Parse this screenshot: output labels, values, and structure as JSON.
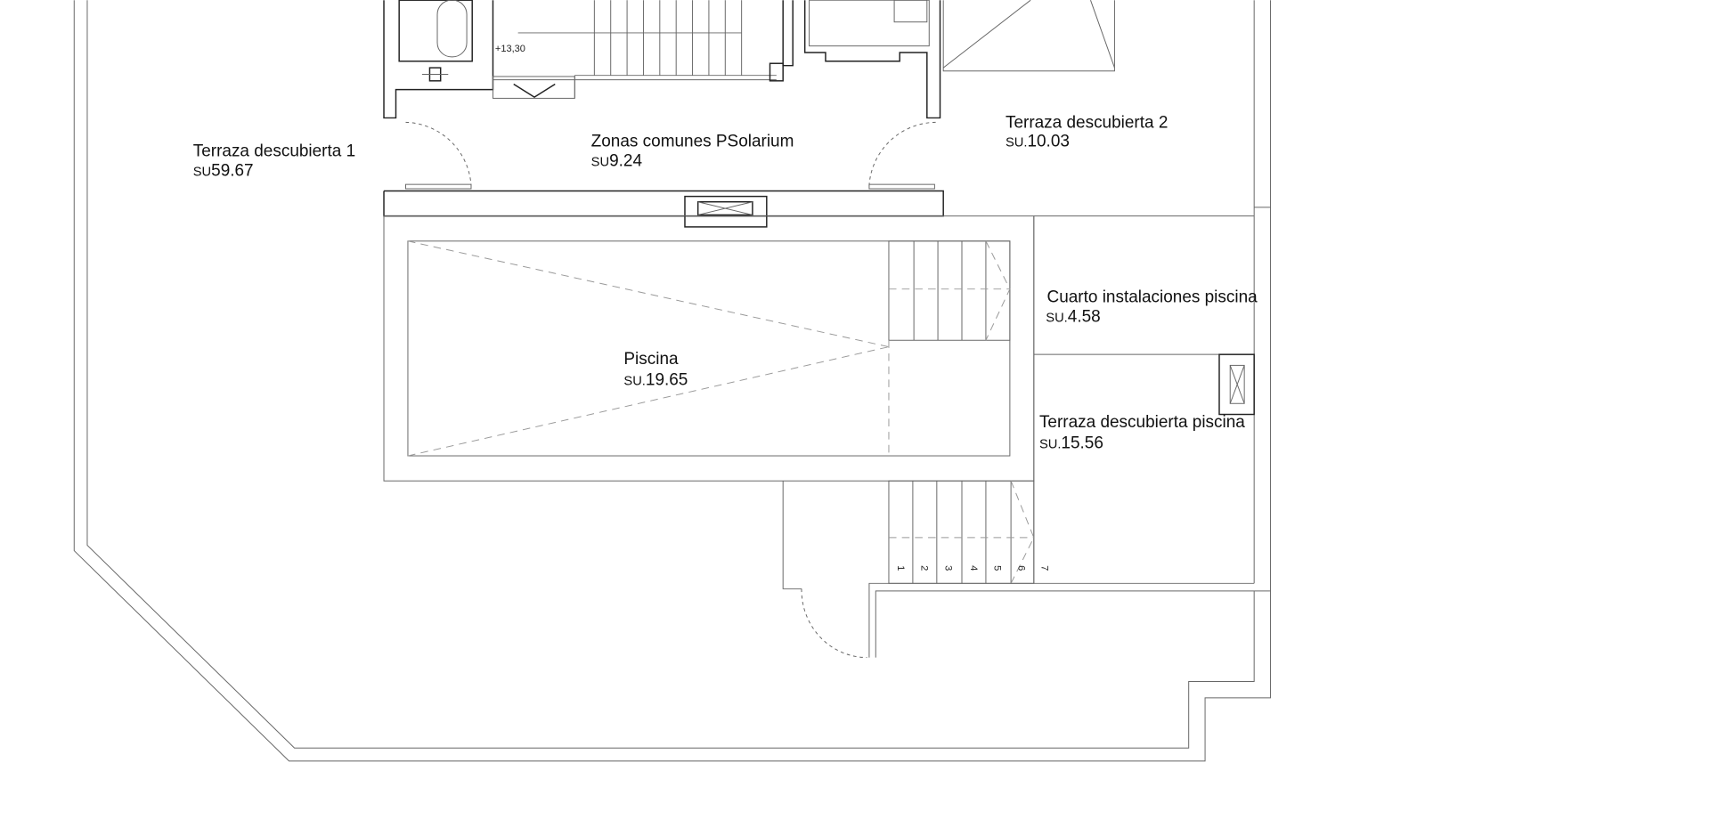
{
  "plan": {
    "level_mark": "+13,30",
    "rooms": [
      {
        "name": "Terraza descubierta 1",
        "su_prefix": "SU",
        "area": "59.67"
      },
      {
        "name": "Zonas comunes PSolarium",
        "su_prefix": "SU",
        "area": "9.24"
      },
      {
        "name": "Terraza descubierta 2",
        "su_prefix": "SU.",
        "area": "10.03"
      },
      {
        "name": "Cuarto instalaciones piscina",
        "su_prefix": "SU.",
        "area": "4.58"
      },
      {
        "name": "Piscina",
        "su_prefix": "SU.",
        "area": "19.65"
      },
      {
        "name": "Terraza descubierta piscina",
        "su_prefix": "SU.",
        "area": "15.56"
      }
    ],
    "stair_steps": [
      "1",
      "2",
      "3",
      "4",
      "5",
      "6",
      "7"
    ]
  }
}
